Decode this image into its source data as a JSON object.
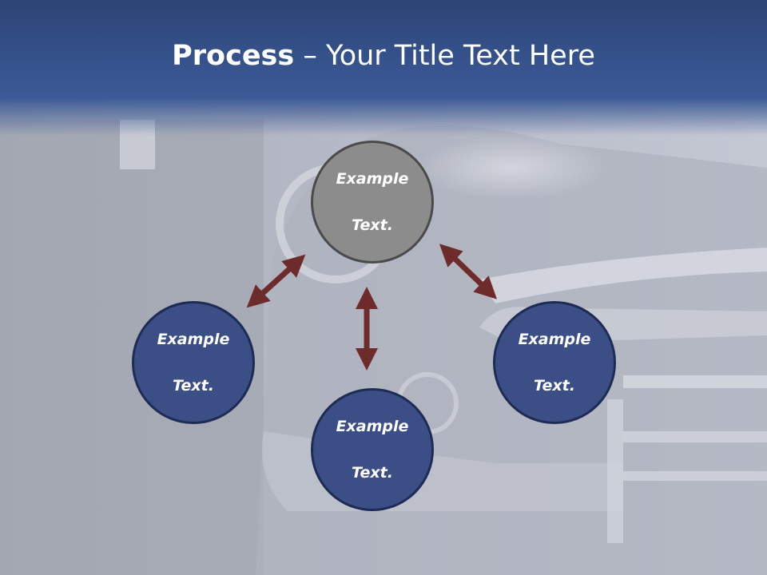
{
  "title": {
    "bold": "Process",
    "rest": " – Your Title Text Here"
  },
  "nodes": [
    {
      "id": "top",
      "text_line1": "Example",
      "text_line2": "Text.",
      "color": "#8c8c8c"
    },
    {
      "id": "left",
      "text_line1": "Example",
      "text_line2": "Text.",
      "color": "#3b4f86"
    },
    {
      "id": "bottom",
      "text_line1": "Example",
      "text_line2": "Text.",
      "color": "#3b4f86"
    },
    {
      "id": "right",
      "text_line1": "Example",
      "text_line2": "Text.",
      "color": "#3b4f86"
    }
  ],
  "colors": {
    "title_band": "#35518a",
    "arrow": "#6e2b2b"
  },
  "background": {
    "description_icon": "vintage-car-photo"
  }
}
